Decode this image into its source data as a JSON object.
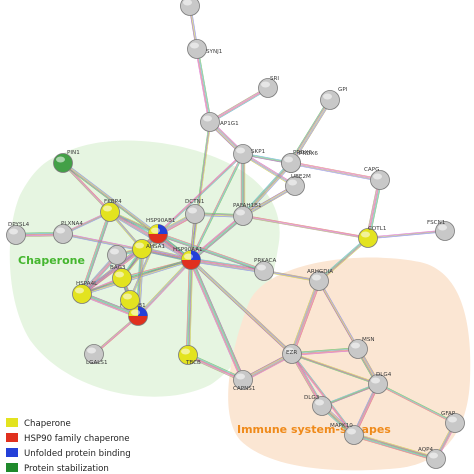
{
  "clusters": {
    "chaperone": {
      "label": "Chaperone",
      "label_color": "#45b62f",
      "fill": "#e6f5e1"
    },
    "immune": {
      "label": "Immune system-synapes",
      "label_color": "#ef8a1a",
      "fill": "#fbe6d3"
    }
  },
  "categories": {
    "chaperone": {
      "label": "Chaperone",
      "color": "#e3e31f"
    },
    "hsp90": {
      "label": "HSP90 family chaperone",
      "color": "#e0301e"
    },
    "unfolded": {
      "label": "Unfolded protein binding",
      "color": "#2440d8"
    },
    "stabilization": {
      "label": "Protein stabilization",
      "color": "#1f8a2c"
    }
  },
  "legend": [
    "chaperone",
    "hsp90",
    "unfolded",
    "stabilization"
  ],
  "nodes": [
    {
      "id": "top",
      "label": "",
      "color": "#c8c8c8"
    },
    {
      "id": "SYNJ1",
      "label": "SYNJ1",
      "color": "#c8c8c8"
    },
    {
      "id": "SRI",
      "label": "SRI",
      "color": "#c8c8c8"
    },
    {
      "id": "AP1G1",
      "label": "AP1G1",
      "color": "#c8c8c8"
    },
    {
      "id": "PRDX6",
      "label": "PRDX6",
      "color": "#c8c8c8"
    },
    {
      "id": "GPI",
      "label": "GPI",
      "color": "#c8c8c8"
    },
    {
      "id": "PIN1",
      "label": "PIN1",
      "color": "#43a047"
    },
    {
      "id": "SKP1",
      "label": "SKP1",
      "color": "#c8c8c8"
    },
    {
      "id": "PRDX6b",
      "label": "PRDX6",
      "color": "#c8c8c8"
    },
    {
      "id": "CAPG",
      "label": "CAPG",
      "color": "#c8c8c8"
    },
    {
      "id": "UBE2M",
      "label": "UBE2M",
      "color": "#c8c8c8"
    },
    {
      "id": "FKBP4",
      "label": "FKBP4",
      "color": "#e3e31f"
    },
    {
      "id": "DCTN1",
      "label": "DCTN1",
      "color": "#c8c8c8"
    },
    {
      "id": "PAFAH1B1",
      "label": "PAFAH1B1",
      "color": "#c8c8c8"
    },
    {
      "id": "FSCN1",
      "label": "FSCN1",
      "color": "#c8c8c8"
    },
    {
      "id": "COTL1",
      "label": "COTL1",
      "color": "#e3e31f"
    },
    {
      "id": "DPYSL4",
      "label": "DPYSL4",
      "color": "#c8c8c8"
    },
    {
      "id": "PLXNA4",
      "label": "PLXNA4",
      "color": "#c8c8c8"
    },
    {
      "id": "HSP90AB1",
      "label": "HSP90AB1",
      "color": "#e0301e"
    },
    {
      "id": "AHSA1",
      "label": "AHSA1",
      "color": "#e3e31f"
    },
    {
      "id": "HSP90AA1",
      "label": "HSP90AA1",
      "color": "#e0301e"
    },
    {
      "id": "PRKACA",
      "label": "PRKACA",
      "color": "#c8c8c8"
    },
    {
      "id": "ARHGDIA",
      "label": "ARHGDIA",
      "color": "#c8c8c8"
    },
    {
      "id": "BAG3",
      "label": "BAG3",
      "color": "#e3e31f"
    },
    {
      "id": "HSPA4L",
      "label": "HSPA4L",
      "color": "#e3e31f"
    },
    {
      "id": "HSP90B1",
      "label": "HSP90B1",
      "color": "#e0301e"
    },
    {
      "id": "LGALS1",
      "label": "LGALS1",
      "color": "#c8c8c8"
    },
    {
      "id": "TBCB",
      "label": "TBCB",
      "color": "#e3e31f"
    },
    {
      "id": "EZR",
      "label": "EZR",
      "color": "#c8c8c8"
    },
    {
      "id": "MSN",
      "label": "MSN",
      "color": "#c8c8c8"
    },
    {
      "id": "CAPNS1",
      "label": "CAPNS1",
      "color": "#c8c8c8"
    },
    {
      "id": "DLG4",
      "label": "DLG4",
      "color": "#c8c8c8"
    },
    {
      "id": "DLG3",
      "label": "DLG3",
      "color": "#c8c8c8"
    },
    {
      "id": "MAPK10",
      "label": "MAPK10",
      "color": "#c8c8c8"
    },
    {
      "id": "GFAP",
      "label": "GFAP",
      "color": "#c8c8c8"
    },
    {
      "id": "AQP4",
      "label": "AQP4",
      "color": "#c8c8c8"
    },
    {
      "id": "extra1",
      "label": "",
      "color": "#c8c8c8"
    },
    {
      "id": "extra2",
      "label": "",
      "color": "#e3e31f"
    }
  ],
  "edges": [
    [
      "top",
      "SYNJ1"
    ],
    [
      "SYNJ1",
      "AP1G1"
    ],
    [
      "AP1G1",
      "SKP1"
    ],
    [
      "AP1G1",
      "HSP90AA1"
    ],
    [
      "SRI",
      "AP1G1"
    ],
    [
      "GPI",
      "PRDX6"
    ],
    [
      "PRDX6",
      "SKP1"
    ],
    [
      "PRDX6",
      "CAPG"
    ],
    [
      "PRDX6",
      "PAFAH1B1"
    ],
    [
      "SKP1",
      "HSP90AA1"
    ],
    [
      "SKP1",
      "UBE2M"
    ],
    [
      "SKP1",
      "PAFAH1B1"
    ],
    [
      "SKP1",
      "HSP90AB1"
    ],
    [
      "UBE2M",
      "PAFAH1B1"
    ],
    [
      "PAFAH1B1",
      "HSP90AA1"
    ],
    [
      "PAFAH1B1",
      "COTL1"
    ],
    [
      "PAFAH1B1",
      "DCTN1"
    ],
    [
      "CAPG",
      "COTL1"
    ],
    [
      "COTL1",
      "FSCN1"
    ],
    [
      "COTL1",
      "ARHGDIA"
    ],
    [
      "HSP90AA1",
      "PRKACA"
    ],
    [
      "PRKACA",
      "ARHGDIA"
    ],
    [
      "PRKACA",
      "HSP90AB1"
    ],
    [
      "ARHGDIA",
      "EZR"
    ],
    [
      "ARHGDIA",
      "MSN"
    ],
    [
      "EZR",
      "MSN"
    ],
    [
      "EZR",
      "CAPNS1"
    ],
    [
      "EZR",
      "DLG4"
    ],
    [
      "EZR",
      "DLG3"
    ],
    [
      "MSN",
      "DLG4"
    ],
    [
      "DLG4",
      "DLG3"
    ],
    [
      "DLG4",
      "MAPK10"
    ],
    [
      "DLG3",
      "MAPK10"
    ],
    [
      "DLG4",
      "GFAP"
    ],
    [
      "GFAP",
      "AQP4"
    ],
    [
      "MAPK10",
      "AQP4"
    ],
    [
      "EZR",
      "MAPK10"
    ],
    [
      "HSP90AA1",
      "EZR"
    ],
    [
      "HSP90AA1",
      "CAPNS1"
    ],
    [
      "PIN1",
      "FKBP4"
    ],
    [
      "PIN1",
      "HSP90AA1"
    ],
    [
      "DPYSL4",
      "PLXNA4"
    ],
    [
      "PLXNA4",
      "FKBP4"
    ],
    [
      "FKBP4",
      "HSP90AB1"
    ],
    [
      "FKBP4",
      "HSP90AA1"
    ],
    [
      "FKBP4",
      "AHSA1"
    ],
    [
      "FKBP4",
      "HSPA4L"
    ],
    [
      "DCTN1",
      "HSP90AB1"
    ],
    [
      "DCTN1",
      "HSP90AA1"
    ],
    [
      "HSP90AB1",
      "HSP90AA1"
    ],
    [
      "HSP90AB1",
      "AHSA1"
    ],
    [
      "HSP90AB1",
      "BAG3"
    ],
    [
      "HSP90AB1",
      "HSPA4L"
    ],
    [
      "AHSA1",
      "HSP90AA1"
    ],
    [
      "AHSA1",
      "BAG3"
    ],
    [
      "AHSA1",
      "HSPA4L"
    ],
    [
      "AHSA1",
      "HSP90B1"
    ],
    [
      "HSP90AA1",
      "BAG3"
    ],
    [
      "HSP90AA1",
      "HSP90B1"
    ],
    [
      "HSP90AA1",
      "TBCB"
    ],
    [
      "BAG3",
      "HSPA4L"
    ],
    [
      "BAG3",
      "HSP90B1"
    ],
    [
      "HSPA4L",
      "HSP90B1"
    ],
    [
      "HSP90B1",
      "LGALS1"
    ],
    [
      "HSP90AA1",
      "HSPA4L"
    ],
    [
      "TBCB",
      "CAPNS1"
    ],
    [
      "PLXNA4",
      "HSP90AA1"
    ],
    [
      "extra1",
      "AHSA1"
    ],
    [
      "extra1",
      "HSPA4L"
    ],
    [
      "extra2",
      "HSP90AB1"
    ],
    [
      "extra2",
      "BAG3"
    ]
  ]
}
